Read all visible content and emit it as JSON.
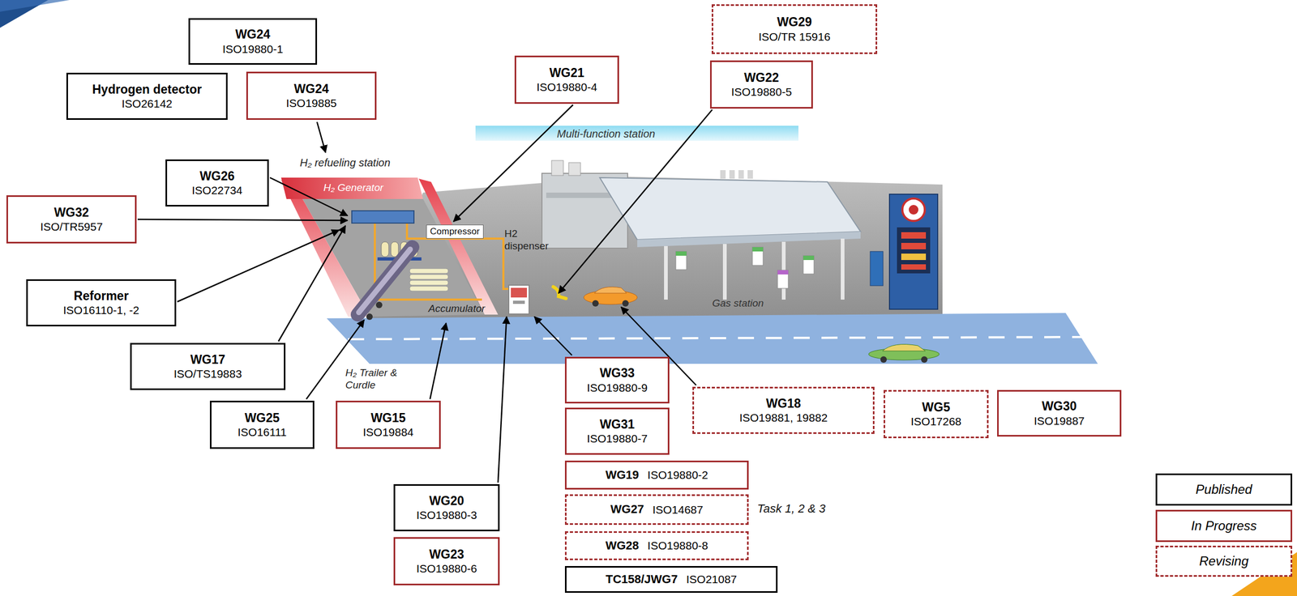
{
  "diagram": {
    "nodes": [
      {
        "text": [
          "WG24",
          "ISO19880-1"
        ]
      },
      {
        "text": [
          "WG29",
          "ISO/TR 15916"
        ]
      },
      {
        "text": [
          "Hydrogen detector",
          "ISO26142"
        ]
      },
      {
        "text": [
          "WG24",
          "ISO19885"
        ]
      },
      {
        "text": [
          "WG21",
          "ISO19880-4"
        ]
      },
      {
        "text": [
          "WG22",
          "ISO19880-5"
        ]
      },
      {
        "text": [
          "WG26",
          "ISO22734"
        ]
      },
      {
        "text": [
          "WG32",
          "ISO/TR5957"
        ]
      },
      {
        "text": [
          "Reformer",
          "ISO16110-1, -2"
        ]
      },
      {
        "text": [
          "WG17",
          "ISO/TS19883"
        ]
      },
      {
        "text": [
          "WG33",
          "ISO19880-9"
        ]
      },
      {
        "text": [
          "WG18",
          "ISO19881, 19882"
        ]
      },
      {
        "text": [
          "WG5",
          "ISO17268"
        ]
      },
      {
        "text": [
          "WG30",
          "ISO19887"
        ]
      },
      {
        "text": [
          "WG25",
          "ISO16111"
        ]
      },
      {
        "text": [
          "WG15",
          "ISO19884"
        ]
      },
      {
        "text": [
          "WG31",
          "ISO19880-7"
        ]
      },
      {
        "text": [
          "WG19",
          "ISO19880-2"
        ]
      },
      {
        "text": [
          "WG27",
          "ISO14687"
        ]
      },
      {
        "text": [
          "WG28",
          "ISO19880-8"
        ]
      },
      {
        "text": [
          "WG20",
          "ISO19880-3"
        ]
      },
      {
        "text": [
          "WG23",
          "ISO19880-6"
        ]
      },
      {
        "text": [
          "TC158/JWG7",
          "ISO21087"
        ]
      }
    ],
    "labels": [
      "H₂ refueling station",
      "H₂ Generator",
      "Compressor",
      "H2 dispenser",
      "Multi-function station",
      "Accumulator",
      "Gas station",
      "H₂ Trailer & Curdle",
      "Task 1, 2 & 3"
    ],
    "legend": [
      {
        "text": "Published"
      },
      {
        "text": "In Progress"
      },
      {
        "text": "Revising"
      }
    ]
  }
}
